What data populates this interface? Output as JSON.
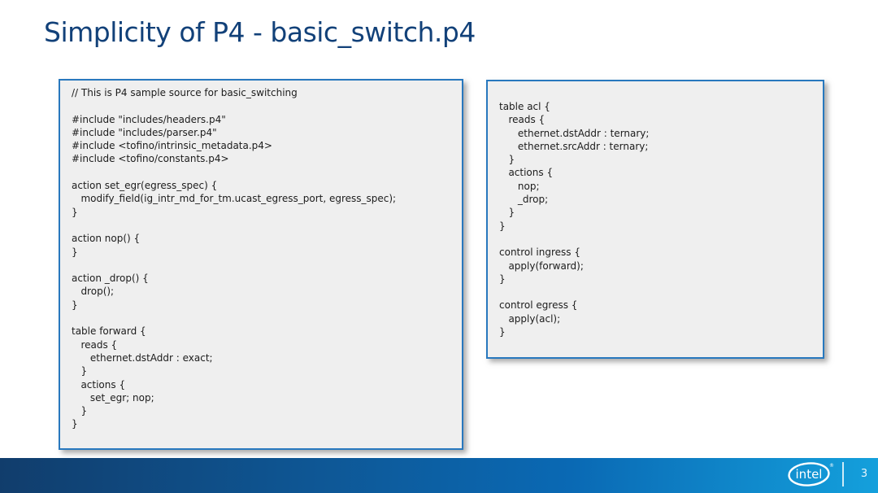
{
  "slide": {
    "title": "Simplicity of P4 - basic_switch.p4",
    "code_boxes": [
      {
        "name": "basic-switch-source",
        "lines": [
          "// This is P4 sample source for basic_switching",
          "",
          "#include \"includes/headers.p4\"",
          "#include \"includes/parser.p4\"",
          "#include <tofino/intrinsic_metadata.p4>",
          "#include <tofino/constants.p4>",
          "",
          "action set_egr(egress_spec) {",
          "   modify_field(ig_intr_md_for_tm.ucast_egress_port, egress_spec);",
          "}",
          "",
          "action nop() {",
          "}",
          "",
          "action _drop() {",
          "   drop();",
          "}",
          "",
          "table forward {",
          "   reads {",
          "      ethernet.dstAddr : exact;",
          "   }",
          "   actions {",
          "      set_egr; nop;",
          "   }",
          "}"
        ]
      },
      {
        "name": "acl-and-control",
        "lines": [
          "table acl {",
          "   reads {",
          "      ethernet.dstAddr : ternary;",
          "      ethernet.srcAddr : ternary;",
          "   }",
          "   actions {",
          "      nop;",
          "      _drop;",
          "   }",
          "}",
          "",
          "control ingress {",
          "   apply(forward);",
          "}",
          "",
          "control egress {",
          "   apply(acl);",
          "}"
        ]
      }
    ],
    "footer": {
      "logo_text": "intel",
      "registered_mark": "®",
      "page_number": "3"
    },
    "colors": {
      "title_text": "#124179",
      "box_border": "#2878be",
      "box_background": "#efefef",
      "code_text": "#1c1c1c",
      "footer_gradient_left": "#113d6c",
      "footer_gradient_right": "#14a0dc"
    }
  }
}
